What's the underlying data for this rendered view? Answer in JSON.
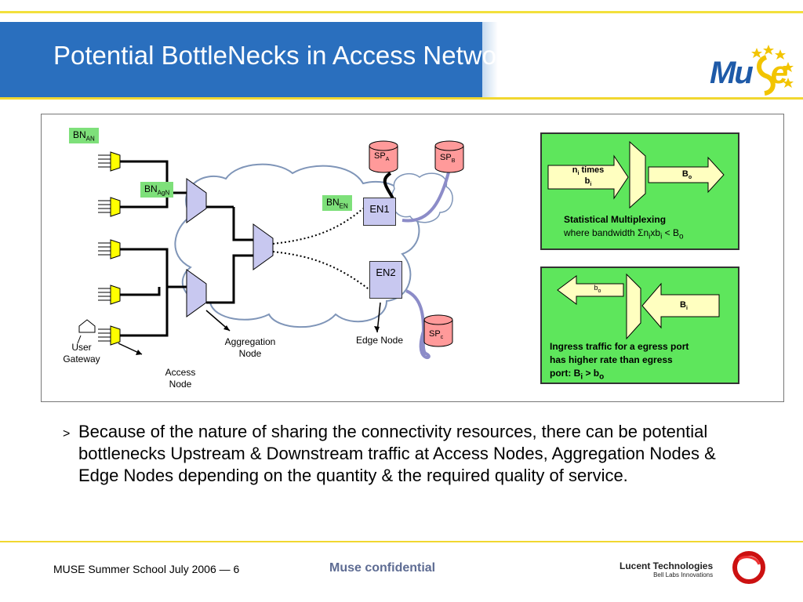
{
  "header": {
    "title": "Potential BottleNecks in Access Networks",
    "logo_text_a": "Mu",
    "logo_text_b": "e"
  },
  "diagram": {
    "bn_an": {
      "main": "BN",
      "sub": "AN"
    },
    "bn_agn": {
      "main": "BN",
      "sub": "AgN"
    },
    "bn_en": {
      "main": "BN",
      "sub": "EN"
    },
    "en1": "EN1",
    "en2": "EN2",
    "sp_a": {
      "main": "SP",
      "sub": "A"
    },
    "sp_b": {
      "main": "SP",
      "sub": "B"
    },
    "sp_c": {
      "main": "SP",
      "sub": "c"
    },
    "user_gateway": "User Gateway",
    "aggregation_node": "Aggregation Node",
    "access_node": "Access Node",
    "edge_node": "Edge Node"
  },
  "panel_top": {
    "arrow_in_a": "n",
    "arrow_in_sub": "i",
    "arrow_in_b": " times",
    "arrow_in_c": "b",
    "arrow_in_c_sub": "i",
    "arrow_out": "B",
    "arrow_out_sub": "o",
    "line1": "Statistical Multiplexing",
    "line2": "where bandwidth Σn",
    "line2_sub1": "i",
    "line2_mid": "xb",
    "line2_sub2": "i",
    "line2_end": " < B",
    "line2_sub3": "o"
  },
  "panel_bottom": {
    "arrow_out": "b",
    "arrow_out_sub": "o",
    "arrow_in": "B",
    "arrow_in_sub": "i",
    "line1": "Ingress traffic for a egress port",
    "line2": "has higher rate than egress",
    "line3a": "port: B",
    "line3_sub1": "i",
    "line3b": " > b",
    "line3_sub2": "o"
  },
  "bullet": {
    "mark": ">",
    "text": "Because of the nature of sharing the connectivity resources, there can be potential bottlenecks Upstream & Downstream traffic at Access Nodes, Aggregation Nodes & Edge Nodes depending on the quantity & the required quality of service."
  },
  "footer": {
    "left": "MUSE Summer School July 2006 — 6",
    "middle": "Muse confidential",
    "lucent": "Lucent Technologies",
    "lucent_sub": "Bell Labs Innovations"
  },
  "colors": {
    "header_blue": "#2a6fbe",
    "accent_yellow": "#f1d730",
    "panel_green": "#5ee65c",
    "en_box": "#c8c8f0",
    "sp_cylinder": "#ff9a9a"
  }
}
